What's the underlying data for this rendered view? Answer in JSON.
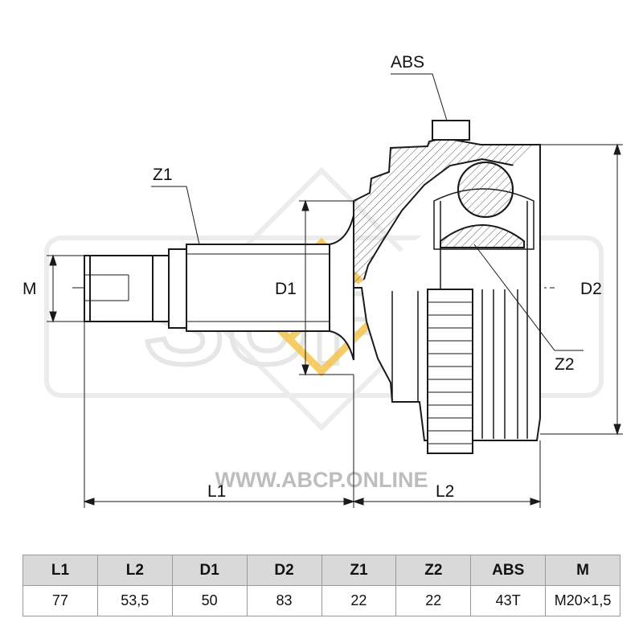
{
  "drawing": {
    "labels": {
      "abs": "ABS",
      "z1": "Z1",
      "z2": "Z2",
      "m": "M",
      "d1": "D1",
      "d2": "D2",
      "l1": "L1",
      "l2": "L2"
    },
    "watermark": {
      "brand": "SUFIX",
      "url": "WWW.ABCP.ONLINE"
    },
    "colors": {
      "line": "#1a1a1a",
      "hatch": "#555555",
      "watermark_gray": "#e6e6e6",
      "watermark_gold": "#f3c64a"
    }
  },
  "spec_table": {
    "headers": [
      "L1",
      "L2",
      "D1",
      "D2",
      "Z1",
      "Z2",
      "ABS",
      "M"
    ],
    "values": [
      "77",
      "53,5",
      "50",
      "83",
      "22",
      "22",
      "43T",
      "M20×1,5"
    ]
  }
}
